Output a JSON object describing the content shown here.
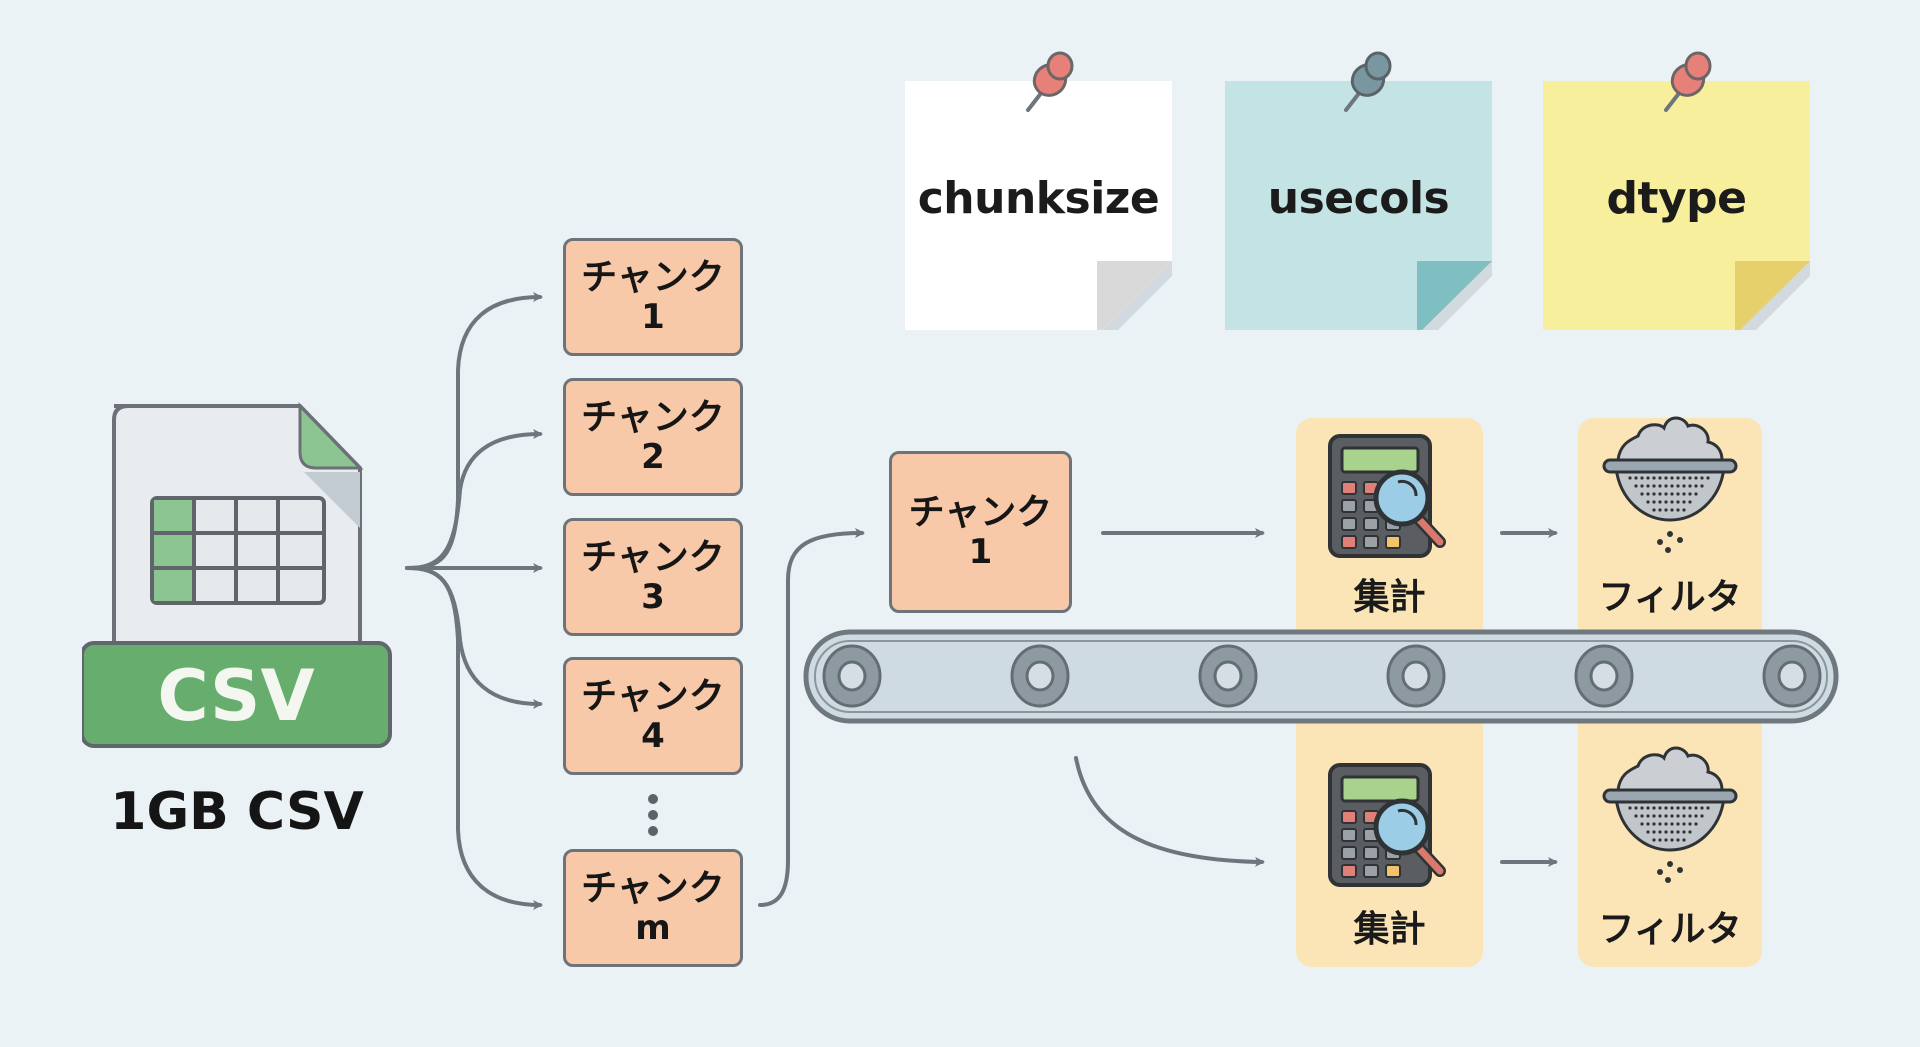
{
  "source_file": {
    "badge_label": "CSV",
    "caption": "1GB CSV",
    "icon": "csv-file-icon"
  },
  "chunks": [
    {
      "line1": "チャンク",
      "line2": "1"
    },
    {
      "line1": "チャンク",
      "line2": "2"
    },
    {
      "line1": "チャンク",
      "line2": "3"
    },
    {
      "line1": "チャンク",
      "line2": "4"
    },
    {
      "line1": "チャンク",
      "line2": "m"
    }
  ],
  "ellipsis": "⋮",
  "notes": [
    {
      "label": "chunksize",
      "color": "#ffffff",
      "fold_color": "#d9d9d9",
      "pin_color": "#e8807a"
    },
    {
      "label": "usecols",
      "color": "#c4e3e4",
      "fold_color": "#7fbfc2",
      "pin_color": "#7897a0"
    },
    {
      "label": "dtype",
      "color": "#f8ef9c",
      "fold_color": "#e6d06c",
      "pin_color": "#e8807a"
    }
  ],
  "pipeline": {
    "current_chunk": {
      "line1": "チャンク",
      "line2": "1"
    },
    "steps": [
      {
        "label": "集計",
        "icon": "calculator-magnifier-icon"
      },
      {
        "label": "フィルタ",
        "icon": "sieve-icon"
      }
    ],
    "belt_roller_count": 6
  },
  "colors": {
    "background": "#eaf2f6",
    "chunk_fill": "#f8c9a8",
    "panel_fill": "#fbe4b6",
    "arrow": "#6d767d",
    "csv_green": "#66ad6e"
  }
}
